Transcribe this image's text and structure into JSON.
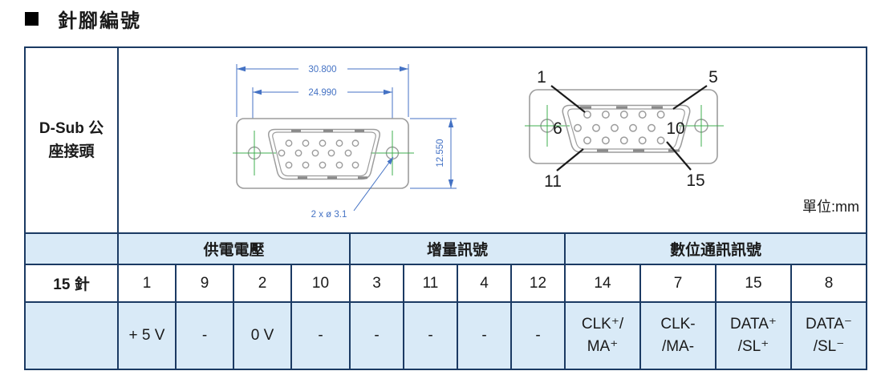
{
  "page": {
    "title": "針腳編號"
  },
  "connector": {
    "label": "D-Sub 公\n座接頭",
    "unit_label": "單位:mm",
    "dimensions": {
      "width_outer": "30.800",
      "width_inner": "24.990",
      "height": "12.550",
      "hole_callout": "2 x ø 3.1"
    },
    "pin_labels": {
      "p1": "1",
      "p5": "5",
      "p6": "6",
      "p10": "10",
      "p11": "11",
      "p15": "15"
    }
  },
  "pin_table": {
    "row_label": "15 針",
    "groups": [
      {
        "label": "供電電壓",
        "span": 4
      },
      {
        "label": "增量訊號",
        "span": 4
      },
      {
        "label": "數位通訊訊號",
        "span": 4
      }
    ],
    "pins": [
      "1",
      "9",
      "2",
      "10",
      "3",
      "11",
      "4",
      "12",
      "14",
      "7",
      "15",
      "8"
    ],
    "signals": [
      "+ 5 V",
      "-",
      "0 V",
      "-",
      "-",
      "-",
      "-",
      "-",
      "CLK⁺/\nMA⁺",
      "CLK-\n/MA-",
      "DATA⁺\n/SL⁺",
      "DATA⁻\n/SL⁻"
    ]
  },
  "colors": {
    "table_border": "#1B3A63",
    "row_shading": "#D9EAF7",
    "dimension_blue": "#4472C4",
    "crosshair_green": "#3FAF4F",
    "drawing_gray": "#9C9C9C"
  }
}
